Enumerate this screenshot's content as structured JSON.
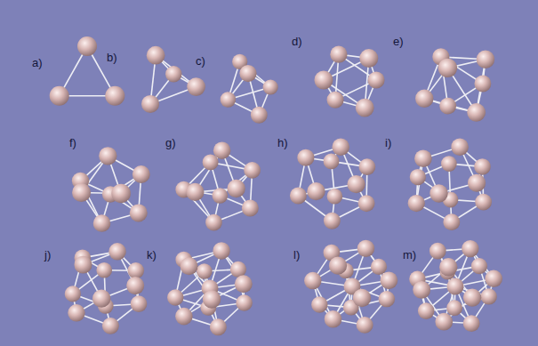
{
  "diagram": {
    "labels": [
      "a)",
      "b)",
      "c)",
      "d)",
      "e)",
      "f)",
      "g)",
      "h)",
      "i)",
      "j)",
      "k)",
      "l)",
      "m)"
    ]
  }
}
